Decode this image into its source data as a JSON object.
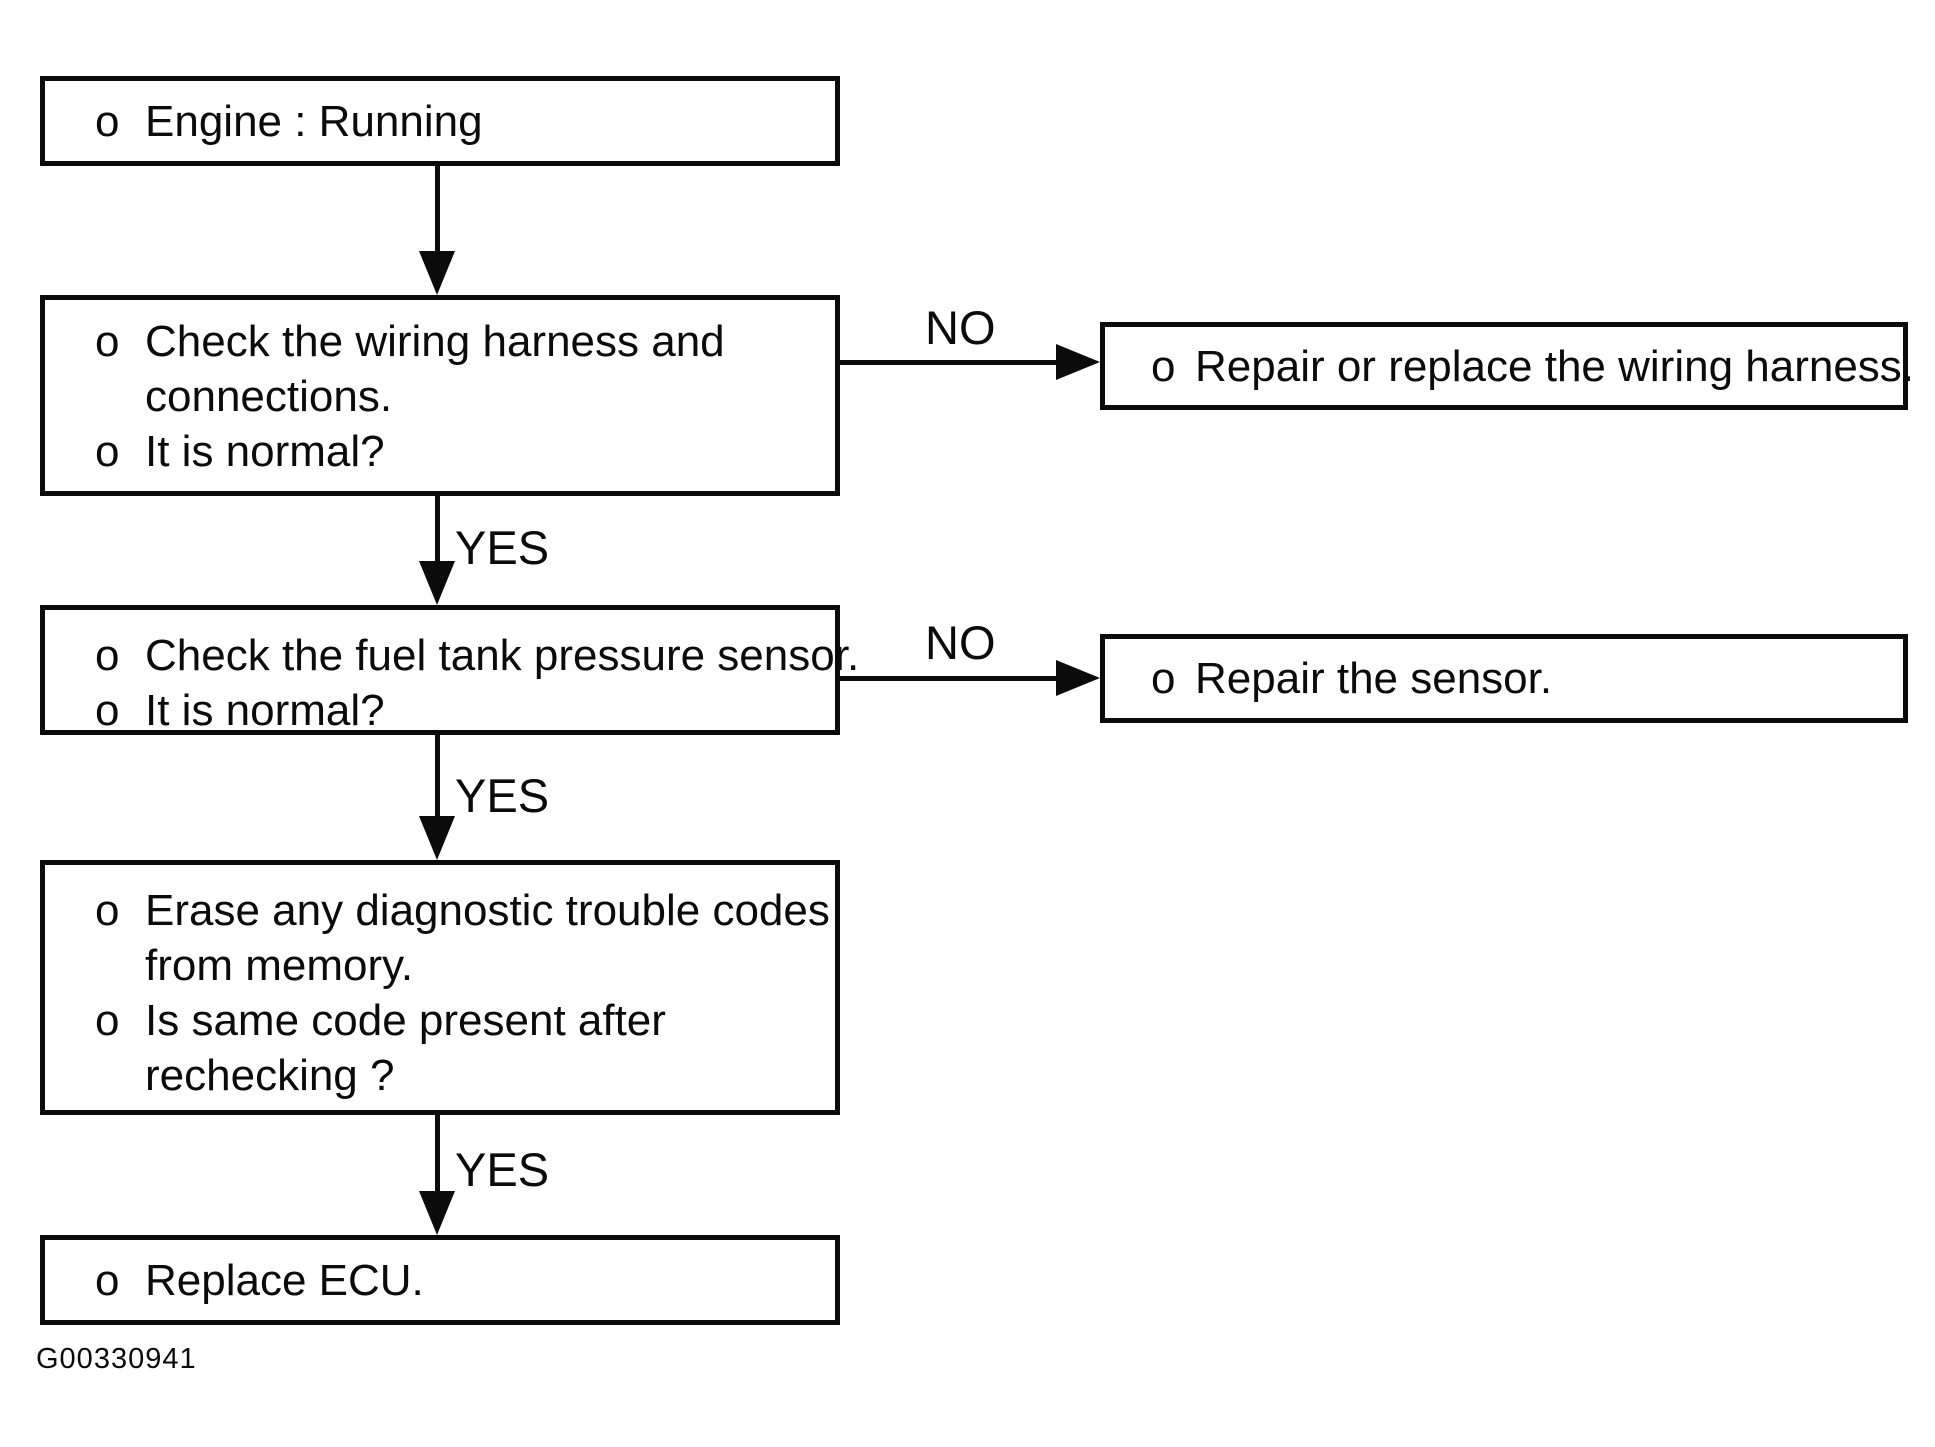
{
  "figure_code": "G00330941",
  "edge_labels": {
    "no1": "NO",
    "no2": "NO",
    "yes1": "YES",
    "yes2": "YES",
    "yes3": "YES"
  },
  "nodes": {
    "engine": {
      "lines": [
        {
          "bullet": "o",
          "text": "Engine : Running"
        }
      ]
    },
    "check_wiring": {
      "lines": [
        {
          "bullet": "o",
          "text": "Check the wiring harness and"
        },
        {
          "bullet": "",
          "text": "connections."
        },
        {
          "bullet": "o",
          "text": "It is normal?"
        }
      ]
    },
    "repair_wiring": {
      "lines": [
        {
          "bullet": "o",
          "text": "Repair or replace the wiring harness."
        }
      ]
    },
    "check_sensor": {
      "lines": [
        {
          "bullet": "o",
          "text": "Check the fuel tank pressure sensor."
        },
        {
          "bullet": "o",
          "text": "It is normal?"
        }
      ]
    },
    "repair_sensor": {
      "lines": [
        {
          "bullet": "o",
          "text": "Repair the sensor."
        }
      ]
    },
    "erase_codes": {
      "lines": [
        {
          "bullet": "o",
          "text": "Erase any diagnostic trouble codes"
        },
        {
          "bullet": "",
          "text": "from memory."
        },
        {
          "bullet": "o",
          "text": "Is same code present after"
        },
        {
          "bullet": "",
          "text": "rechecking ?"
        }
      ]
    },
    "replace_ecu": {
      "lines": [
        {
          "bullet": "o",
          "text": "Replace ECU."
        }
      ]
    }
  }
}
